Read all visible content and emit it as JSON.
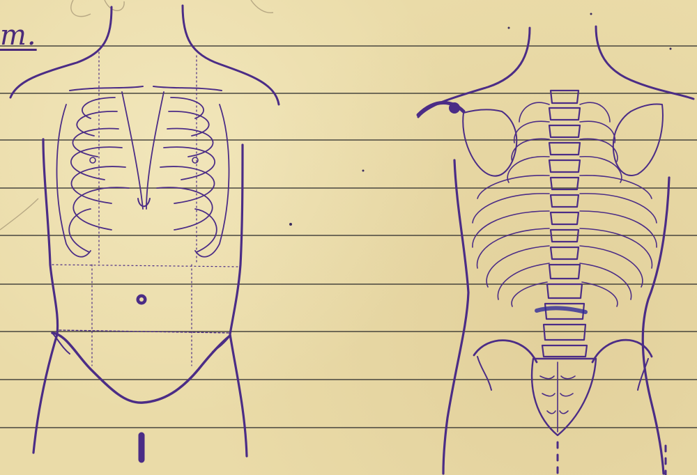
{
  "note": {
    "header_fragment": "m."
  },
  "colors": {
    "paper": "#eadba8",
    "rule_line": "#2b2b2b",
    "ink": "#4b2c86",
    "ink_light": "#6d55a8"
  },
  "figures": [
    {
      "name": "anterior-torso-diagram"
    },
    {
      "name": "posterior-torso-diagram"
    }
  ]
}
